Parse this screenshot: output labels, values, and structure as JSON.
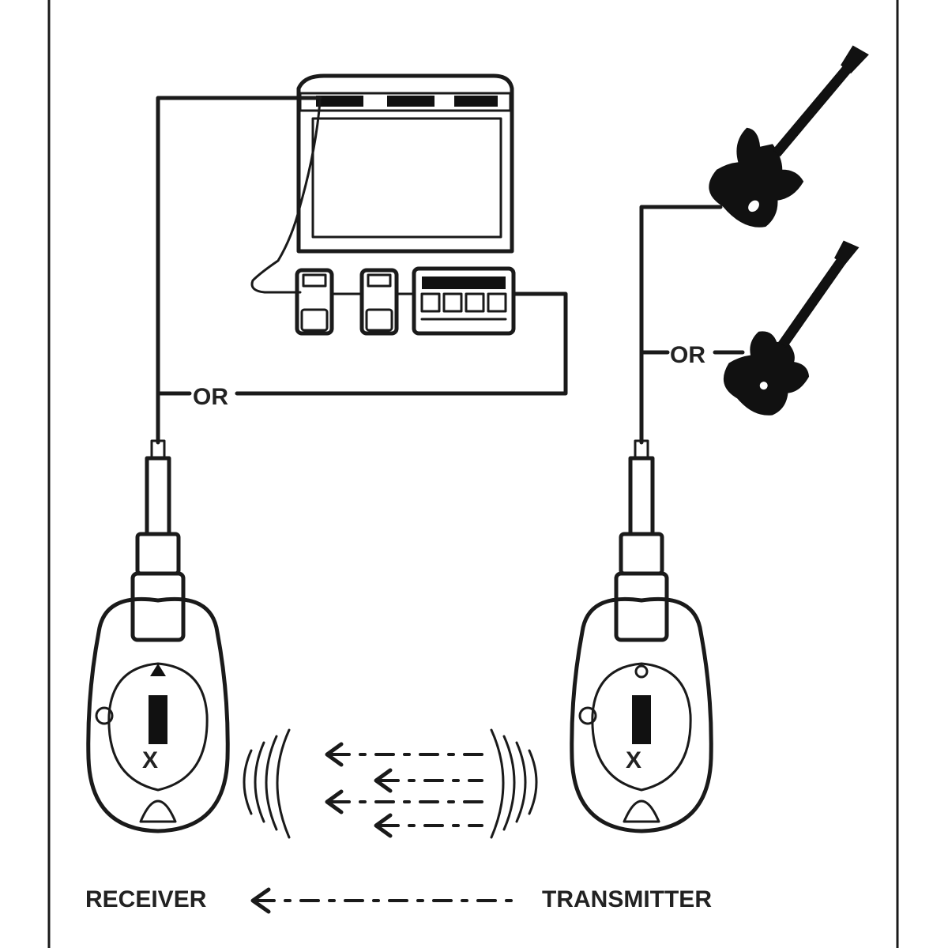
{
  "labels": {
    "or_left": "OR",
    "or_right": "OR",
    "receiver": "RECEIVER",
    "transmitter": "TRANSMITTER"
  },
  "icons": {
    "amplifier": "amplifier-icon",
    "pedals": "effects-pedal-icon",
    "multi_effects": "multi-effects-unit-icon",
    "guitar_1": "electric-guitar-icon",
    "guitar_2": "electric-guitar-icon",
    "receiver_device": "wireless-receiver-icon",
    "transmitter_device": "wireless-transmitter-icon",
    "signal_arrows": "signal-arrow-icon",
    "radio_waves": "radio-wave-icon"
  },
  "colors": {
    "ink": "#1a1a1a",
    "background": "#ffffff"
  }
}
